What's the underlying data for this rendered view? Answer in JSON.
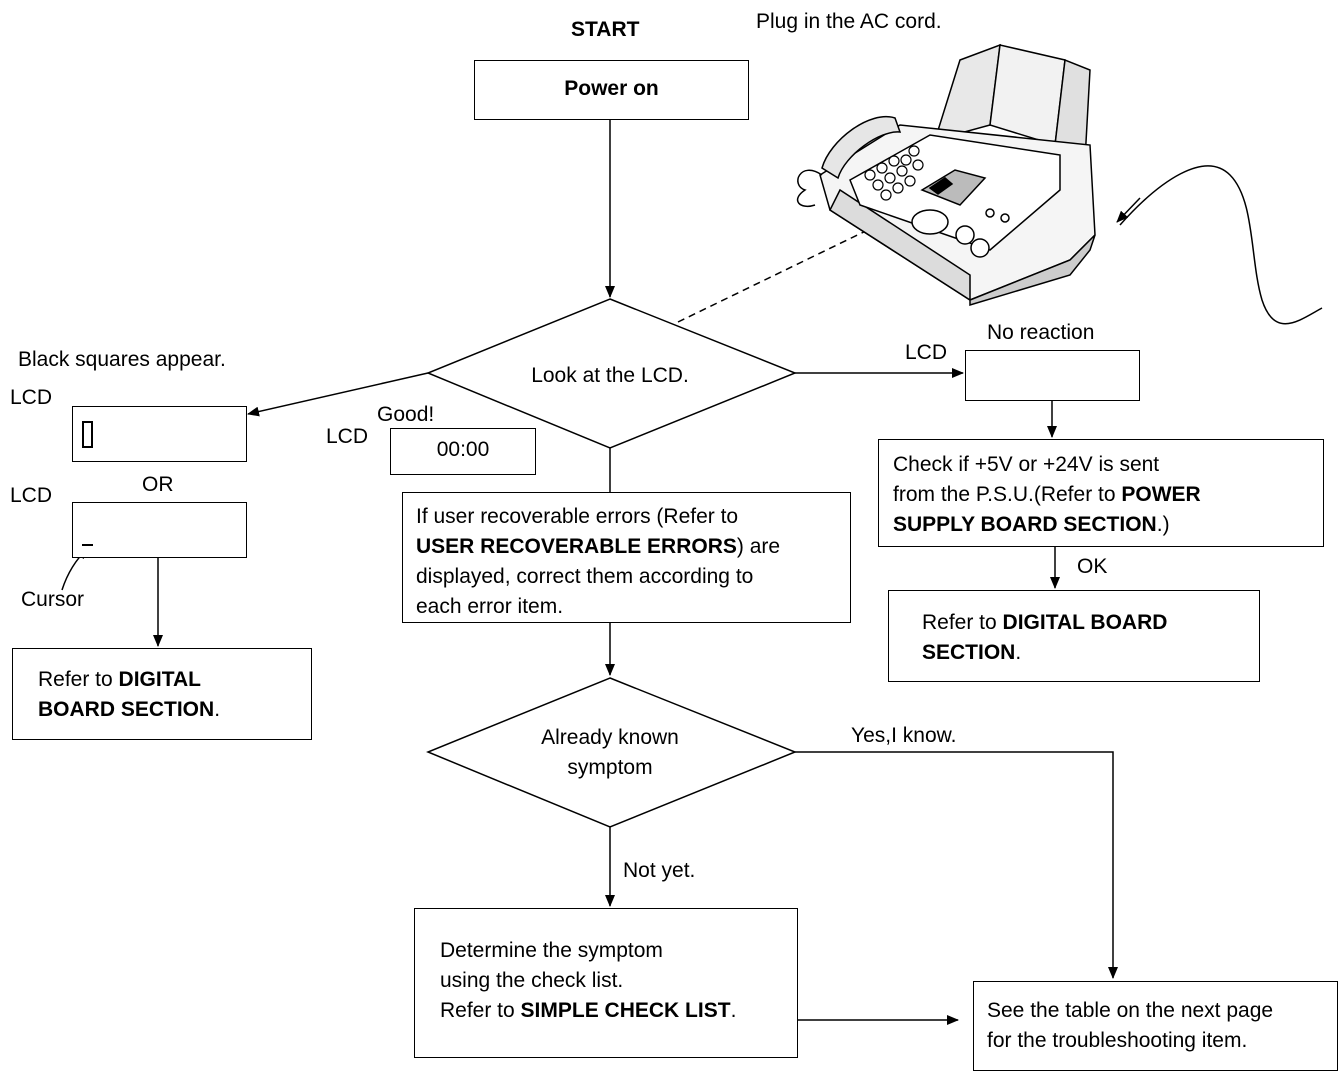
{
  "start": "START",
  "power_on": "Power on",
  "plug_in": "Plug in the AC cord.",
  "look_lcd": "Look at the LCD.",
  "black_squares": "Black squares appear.",
  "lcd": "LCD",
  "or": "OR",
  "cursor": "Cursor",
  "good": "Good!",
  "clock": "00:00",
  "no_reaction": "No reaction",
  "ok": "OK",
  "yes_i_know": "Yes,I know.",
  "not_yet": "Not yet.",
  "known_symptom": [
    "Already known",
    "symptom"
  ],
  "left_refer": {
    "prefix": "Refer to ",
    "bold1": "DIGITAL",
    "bold2": "BOARD SECTION",
    "suffix": "."
  },
  "user_errors": {
    "l1": "If user recoverable errors (Refer to",
    "l2_bold": "USER RECOVERABLE ERRORS",
    "l2_rest": ") are",
    "l3": "displayed, correct them according to",
    "l4": "each error item."
  },
  "psu_check": {
    "l1": "Check if +5V or +24V is sent",
    "l2_pre": "from the P.S.U.(Refer to ",
    "l2_bold": "POWER",
    "l3_bold": "SUPPLY BOARD SECTION",
    "l3_rest": ".)"
  },
  "right_refer": {
    "prefix": "Refer to ",
    "bold1": "DIGITAL BOARD",
    "bold2": "SECTION",
    "suffix": "."
  },
  "determine": {
    "l1": "Determine the symptom",
    "l2": "using the check list.",
    "l3_pre": "Refer to ",
    "l3_bold": "SIMPLE CHECK LIST",
    "l3_rest": "."
  },
  "see_table": [
    "See the table on the next page",
    "for the troubleshooting item."
  ]
}
